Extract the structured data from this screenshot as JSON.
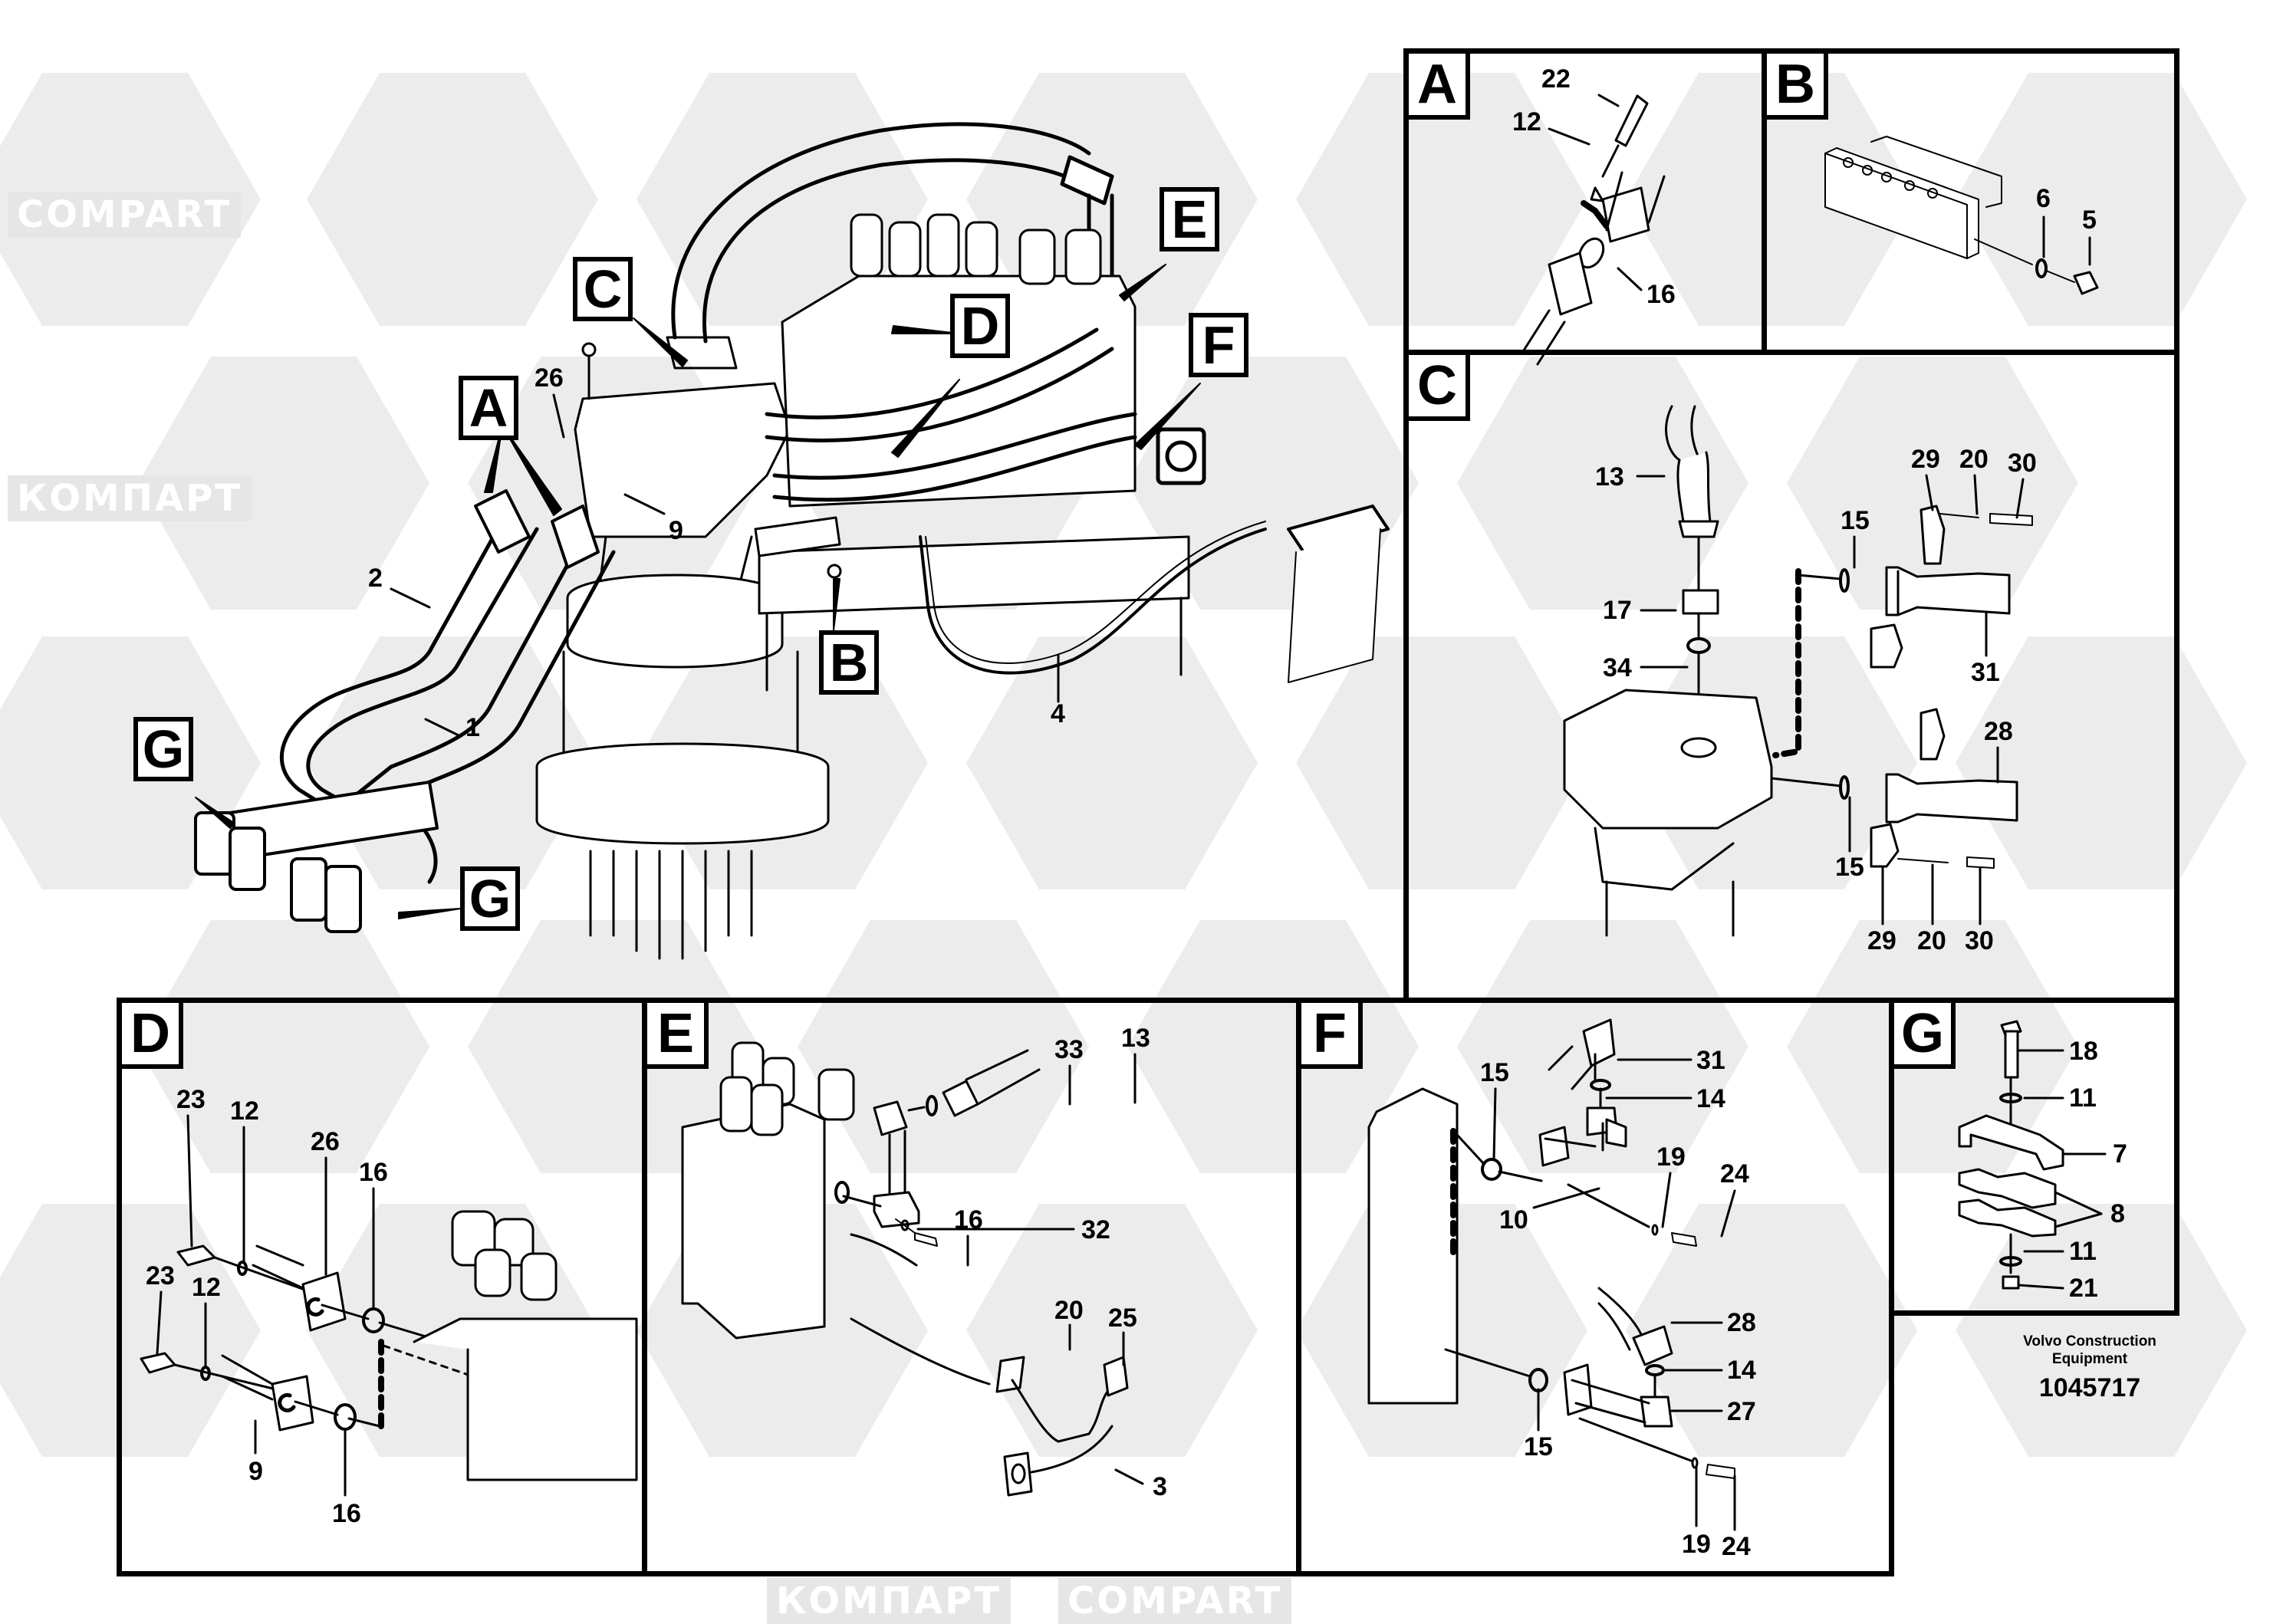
{
  "watermark": {
    "text_latin": "COMPART",
    "text_cyrillic": "КОМПАРТ",
    "color": "#e2e2e2"
  },
  "main_view": {
    "detail_callouts": [
      "A",
      "B",
      "C",
      "D",
      "E",
      "F",
      "G",
      "G"
    ],
    "part_numbers": [
      "26",
      "9",
      "2",
      "1",
      "4"
    ]
  },
  "details": {
    "A": {
      "label": "A",
      "parts": [
        "22",
        "12",
        "16"
      ]
    },
    "B": {
      "label": "B",
      "parts": [
        "6",
        "5"
      ]
    },
    "C": {
      "label": "C",
      "parts": [
        "13",
        "17",
        "34",
        "15",
        "29",
        "20",
        "30",
        "31",
        "28",
        "15",
        "29",
        "20",
        "30"
      ]
    },
    "D": {
      "label": "D",
      "parts": [
        "23",
        "12",
        "26",
        "16",
        "23",
        "12",
        "9",
        "16"
      ]
    },
    "E": {
      "label": "E",
      "parts": [
        "33",
        "13",
        "16",
        "32",
        "20",
        "25",
        "3"
      ]
    },
    "F": {
      "label": "F",
      "parts": [
        "15",
        "31",
        "14",
        "19",
        "24",
        "10",
        "28",
        "14",
        "27",
        "15",
        "19",
        "24"
      ]
    },
    "G": {
      "label": "G",
      "parts": [
        "18",
        "11",
        "7",
        "8",
        "11",
        "21"
      ]
    }
  },
  "footer": {
    "maker_line1": "Volvo Construction",
    "maker_line2": "Equipment",
    "document_number": "1045717"
  },
  "colors": {
    "ink": "#000000",
    "paper": "#ffffff",
    "watermark_gray": "#e2e2e2"
  }
}
